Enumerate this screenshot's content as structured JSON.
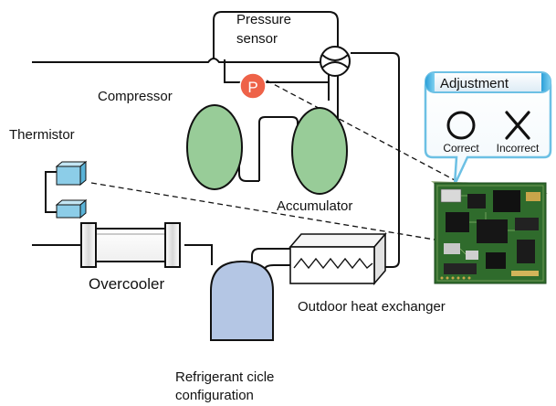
{
  "labels": {
    "pressure_sensor_line1": "Pressure",
    "pressure_sensor_line2": "sensor",
    "sensor_symbol": "P",
    "compressor": "Compressor",
    "thermistor": "Thermistor",
    "accumulator": "Accumulator",
    "overcooler": "Overcooler",
    "outdoor_heat_exchanger": "Outdoor heat exchanger",
    "caption_line1": "Refrigerant cicle",
    "caption_line2": "configuration"
  },
  "adjustment_panel": {
    "title": "Adjustment",
    "correct_label": "Correct",
    "incorrect_label": "Incorrect"
  },
  "colors": {
    "line": "#111111",
    "compressor_fill": "#98cc98",
    "receiver_fill": "#b4c6e4",
    "sensor_fill": "#ee6248",
    "thermistor_fill": "#8ccde8",
    "panel_border": "#6cc0e4",
    "circuit_board": "#2f6b2c"
  }
}
